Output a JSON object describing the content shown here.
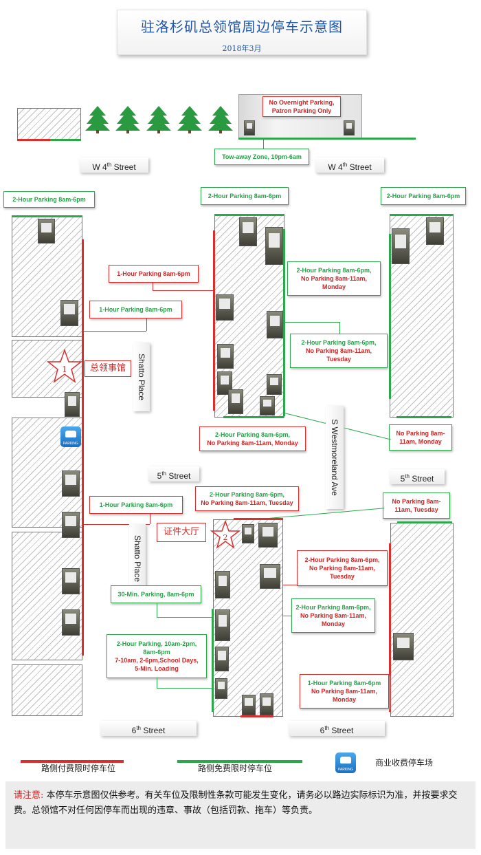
{
  "header": {
    "title": "驻洛杉矶总领馆周边停车示意图",
    "date": "2018年3月"
  },
  "streets": {
    "w4th_left": {
      "name": "W 4",
      "sup": "th",
      "suffix": " Street"
    },
    "w4th_right": {
      "name": "W 4",
      "sup": "th",
      "suffix": " Street"
    },
    "shatto_upper": "Shatto Place",
    "shatto_lower": "Shatto Place",
    "westmoreland": "S Westmoreland Ave",
    "fifth_left": {
      "name": "5",
      "sup": "th",
      "suffix": " Street"
    },
    "fifth_right": {
      "name": "5",
      "sup": "th",
      "suffix": " Street"
    },
    "sixth_left": {
      "name": "6",
      "sup": "th",
      "suffix": " Street"
    },
    "sixth_right": {
      "name": "6",
      "sup": "th",
      "suffix": " Street"
    }
  },
  "labels": {
    "no_overnight": [
      "No Overnight Parking,",
      "Patron Parking Only"
    ],
    "tow_away": "Tow-away Zone, 10pm-6am",
    "tl_2hour": "2-Hour Parking 8am-6pm",
    "tm_2hour": "2-Hour Parking 8am-6pm",
    "tr_2hour": "2-Hour Parking 8am-6pm",
    "one_hour_a": "1-Hour Parking 8am-6pm",
    "one_hour_b": "1-Hour Parking 8am-6pm",
    "mon_a": {
      "green": "2-Hour Parking 8am-6pm,",
      "red": [
        "No Parking 8am-11am,",
        "Monday"
      ]
    },
    "tue_a": {
      "green": "2-Hour Parking 8am-6pm,",
      "red": [
        "No Parking 8am-11am,",
        "Tuesday"
      ]
    },
    "mon_b": {
      "green": "2-Hour Parking 8am-6pm,",
      "red": "No Parking 8am-11am, Monday"
    },
    "mon_c": {
      "red": [
        "No Parking 8am-",
        "11am, Monday"
      ]
    },
    "tue_b": {
      "green": "2-Hour Parking 8am-6pm,",
      "red": "No Parking 8am-11am, Tuesday"
    },
    "tue_c": {
      "red": [
        "No Parking 8am-",
        "11am, Tuesday"
      ]
    },
    "one_hour_c": "1-Hour Parking 8am-6pm",
    "thirty_min": "30-Min. Parking, 8am-6pm",
    "school": {
      "green": [
        "2-Hour Parking, 10am-2pm,",
        "8am-6pm"
      ],
      "red": [
        "7-10am, 2-6pm,School Days,",
        "5-Min. Loading"
      ]
    },
    "tue_d": {
      "red": [
        "2-Hour Parking 8am-6pm,",
        "No Parking 8am-11am,",
        "Tuesday"
      ]
    },
    "mon_d": {
      "green": "2-Hour Parking 8am-6pm,",
      "red": [
        "No Parking 8am-11am,",
        "Monday"
      ]
    },
    "mon_e": {
      "green": "1-Hour Parking 8am-6pm",
      "red": [
        "No Parking 8am-11am,",
        "Monday"
      ]
    }
  },
  "markers": {
    "consulate": {
      "number": "1",
      "label": "总领事馆"
    },
    "visa_hall": {
      "number": "2",
      "label": "证件大厅"
    }
  },
  "parking_icon_text": "PARKING",
  "legend": {
    "red": "路侧付费限时停车位",
    "green": "路侧免费限时停车位",
    "commercial": "商业收费停车场"
  },
  "colors": {
    "paid": "#d9302f",
    "free": "#2aa84a",
    "title": "#1f56a8"
  },
  "notice": {
    "heading": "请注意:",
    "body": " 本停车示意图仅供参考。有关车位及限制性条款可能发生变化，请务必以路边实际标识为准，并按要求交费。总领馆不对任何因停车而出现的违章、事故（包括罚款、拖车）等负责。"
  }
}
